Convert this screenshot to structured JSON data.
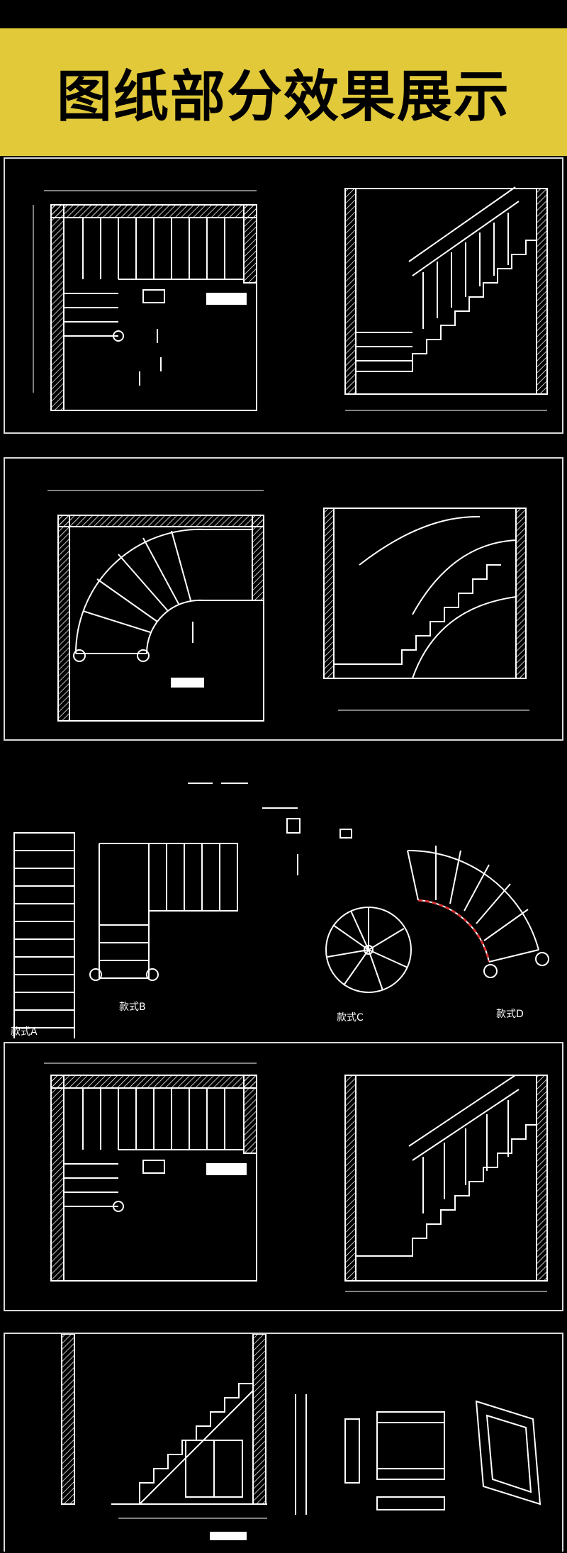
{
  "banner": {
    "title": "图纸部分效果展示"
  },
  "sections": [
    {
      "id": "s1",
      "caption_top": "",
      "caption_bottom": ""
    },
    {
      "id": "s2",
      "caption_top": "",
      "caption_bottom": ""
    },
    {
      "id": "s3",
      "labels": [
        "款式A",
        "款式B",
        "款式C",
        "款式D"
      ]
    },
    {
      "id": "s4",
      "caption_top": "",
      "caption_bottom": ""
    },
    {
      "id": "s5"
    }
  ],
  "colors": {
    "banner_bg": "#e2c93a",
    "background": "#000000",
    "lines": "#ffffff",
    "accent_red": "#d33"
  }
}
